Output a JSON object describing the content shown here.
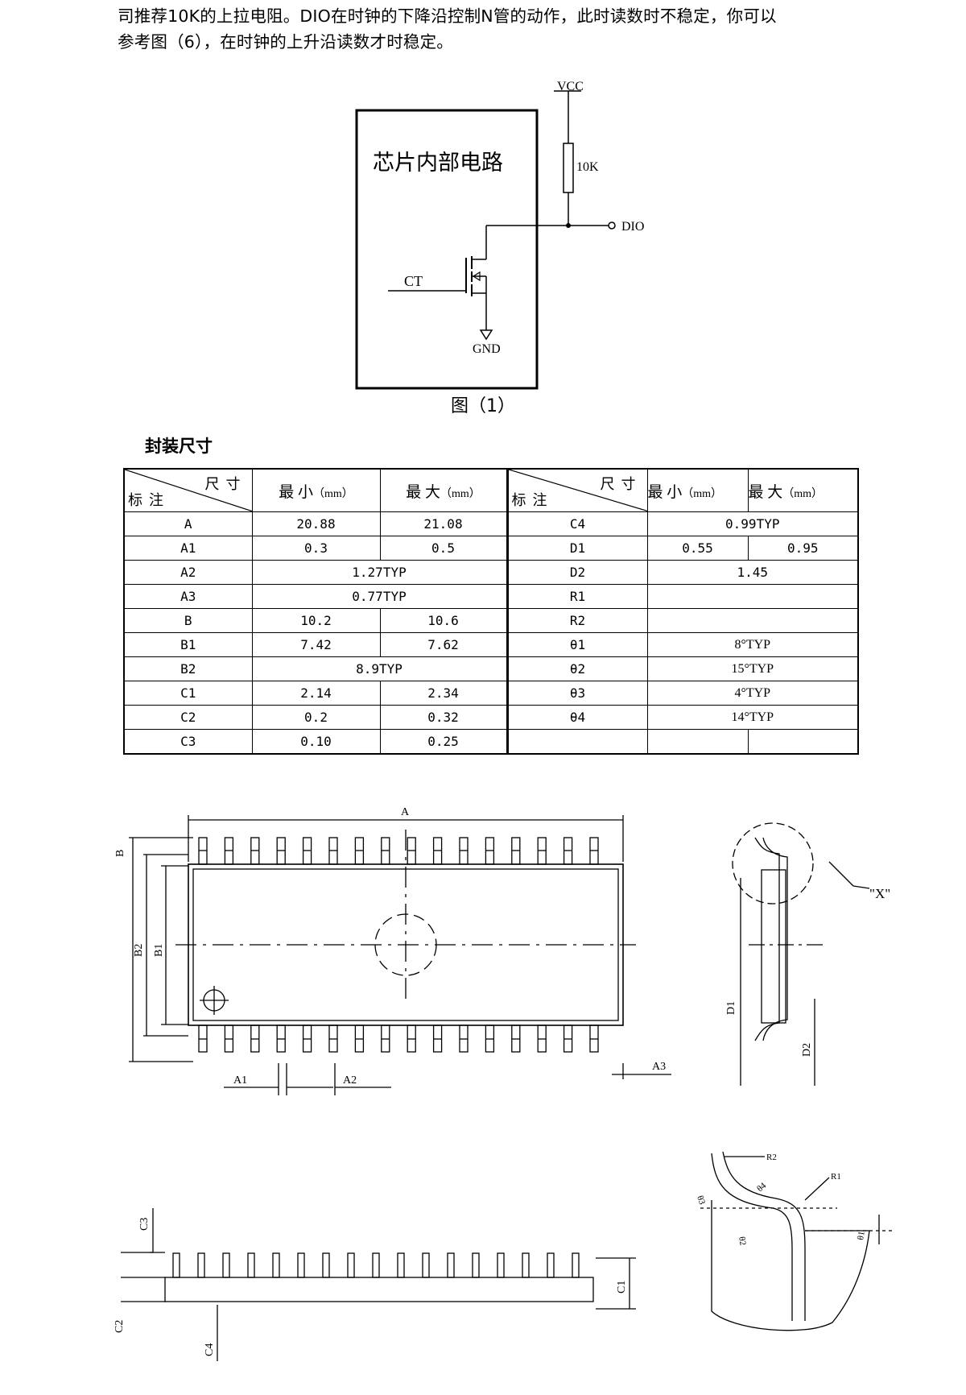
{
  "intro": {
    "line1": "司推荐10K的上拉电阻。DIO在时钟的下降沿控制N管的动作，此时读数时不稳定，你可以",
    "line2": "参考图（6），在时钟的上升沿读数才时稳定。"
  },
  "circuit": {
    "box_label": "芯片内部电路",
    "vcc": "VCC",
    "resistor": "10K",
    "dio": "DIO",
    "ct": "CT",
    "gnd": "GND",
    "caption": "图（1）"
  },
  "section_title": "封装尺寸",
  "table": {
    "corner_top": "尺寸",
    "corner_bottom": "标注",
    "min_header": "最 小",
    "max_header": "最 大",
    "unit": "（mm）",
    "rows": [
      {
        "l": "A",
        "lmin": "20.88",
        "lmax": "21.08",
        "r": "C4",
        "rmin": "0.99TYP",
        "rmax": ""
      },
      {
        "l": "A1",
        "lmin": "0.3",
        "lmax": "0.5",
        "r": "D1",
        "rmin": "0.55",
        "rmax": "0.95"
      },
      {
        "l": "A2",
        "lmin": "1.27TYP",
        "lmax": "",
        "r": "D2",
        "rmin": "1.45",
        "rmax": ""
      },
      {
        "l": "A3",
        "lmin": "0.77TYP",
        "lmax": "",
        "r": "R1",
        "rmin": "",
        "rmax": ""
      },
      {
        "l": "B",
        "lmin": "10.2",
        "lmax": "10.6",
        "r": "R2",
        "rmin": "",
        "rmax": ""
      },
      {
        "l": "B1",
        "lmin": "7.42",
        "lmax": "7.62",
        "r": "θ1",
        "rmin": "8°TYP",
        "rmax": ""
      },
      {
        "l": "B2",
        "lmin": "8.9TYP",
        "lmax": "",
        "r": "θ2",
        "rmin": "15°TYP",
        "rmax": ""
      },
      {
        "l": "C1",
        "lmin": "2.14",
        "lmax": "2.34",
        "r": "θ3",
        "rmin": "4°TYP",
        "rmax": ""
      },
      {
        "l": "C2",
        "lmin": "0.2",
        "lmax": "0.32",
        "r": "θ4",
        "rmin": "14°TYP",
        "rmax": ""
      },
      {
        "l": "C3",
        "lmin": "0.10",
        "lmax": "0.25",
        "r": "",
        "rmin": "",
        "rmax": ""
      }
    ]
  },
  "drawing_labels": {
    "A": "A",
    "B": "B",
    "B1": "B1",
    "B2": "B2",
    "A1": "A1",
    "A2": "A2",
    "A3": "A3",
    "X": "\"X\"",
    "D1": "D1",
    "D2": "D2",
    "C1": "C1",
    "C2": "C2",
    "C3": "C3",
    "C4": "C4",
    "R1": "R1",
    "R2": "R2",
    "t1": "θ1",
    "t2": "θ2",
    "t3": "θ3",
    "t4": "θ4"
  }
}
